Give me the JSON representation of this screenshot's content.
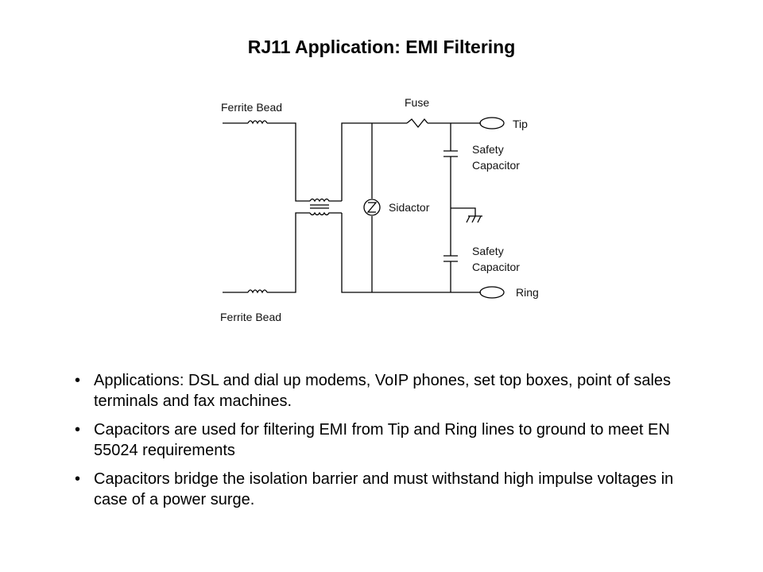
{
  "title": "RJ11 Application: EMI Filtering",
  "diagram": {
    "labels": {
      "ferrite_bead_top": "Ferrite Bead",
      "ferrite_bead_bottom": "Ferrite Bead",
      "fuse": "Fuse",
      "tip": "Tip",
      "ring": "Ring",
      "sidactor": "Sidactor",
      "safety_cap_top_line1": "Safety",
      "safety_cap_top_line2": "Capacitor",
      "safety_cap_bottom_line1": "Safety",
      "safety_cap_bottom_line2": "Capacitor"
    }
  },
  "bullets": [
    "Applications: DSL and dial up modems, VoIP phones, set top boxes, point of sales terminals and fax machines.",
    "Capacitors are used for filtering EMI from Tip and Ring lines to ground to meet EN 55024 requirements",
    "Capacitors bridge the isolation barrier and must withstand high impulse voltages in case of a power surge."
  ],
  "bullet_symbol": "•"
}
